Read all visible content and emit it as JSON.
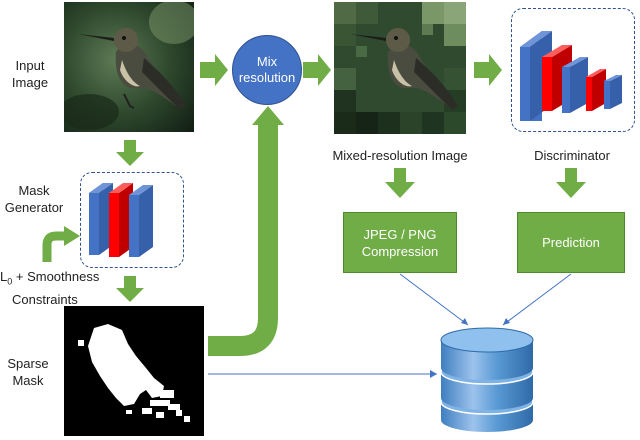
{
  "labels": {
    "input_image": "Input\nImage",
    "mask_generator": "Mask\nGenerator",
    "constraints_l": "L",
    "constraints_sub": "0",
    "constraints_rest": " + Smoothness",
    "constraints_line2": "Constraints",
    "sparse_mask": "Sparse\nMask",
    "mixed_resolution_image": "Mixed-resolution Image",
    "discriminator": "Discriminator"
  },
  "nodes": {
    "mix_resolution": "Mix\nresolution",
    "compression": "JPEG / PNG\nCompression",
    "prediction": "Prediction"
  },
  "colors": {
    "arrow_green": "#70ad47",
    "node_blue": "#4472c4",
    "layer_red": "#ff0000",
    "database_blue": "#5b9bd5",
    "line_blue": "#4472c4"
  },
  "icons": {
    "input_image": "hummingbird-photo-icon",
    "mixed_image": "pixelated-hummingbird-icon",
    "mask": "binary-mask-icon",
    "mask_generator": "cnn-layers-icon",
    "discriminator": "cnn-layers-icon",
    "storage": "database-icon"
  }
}
